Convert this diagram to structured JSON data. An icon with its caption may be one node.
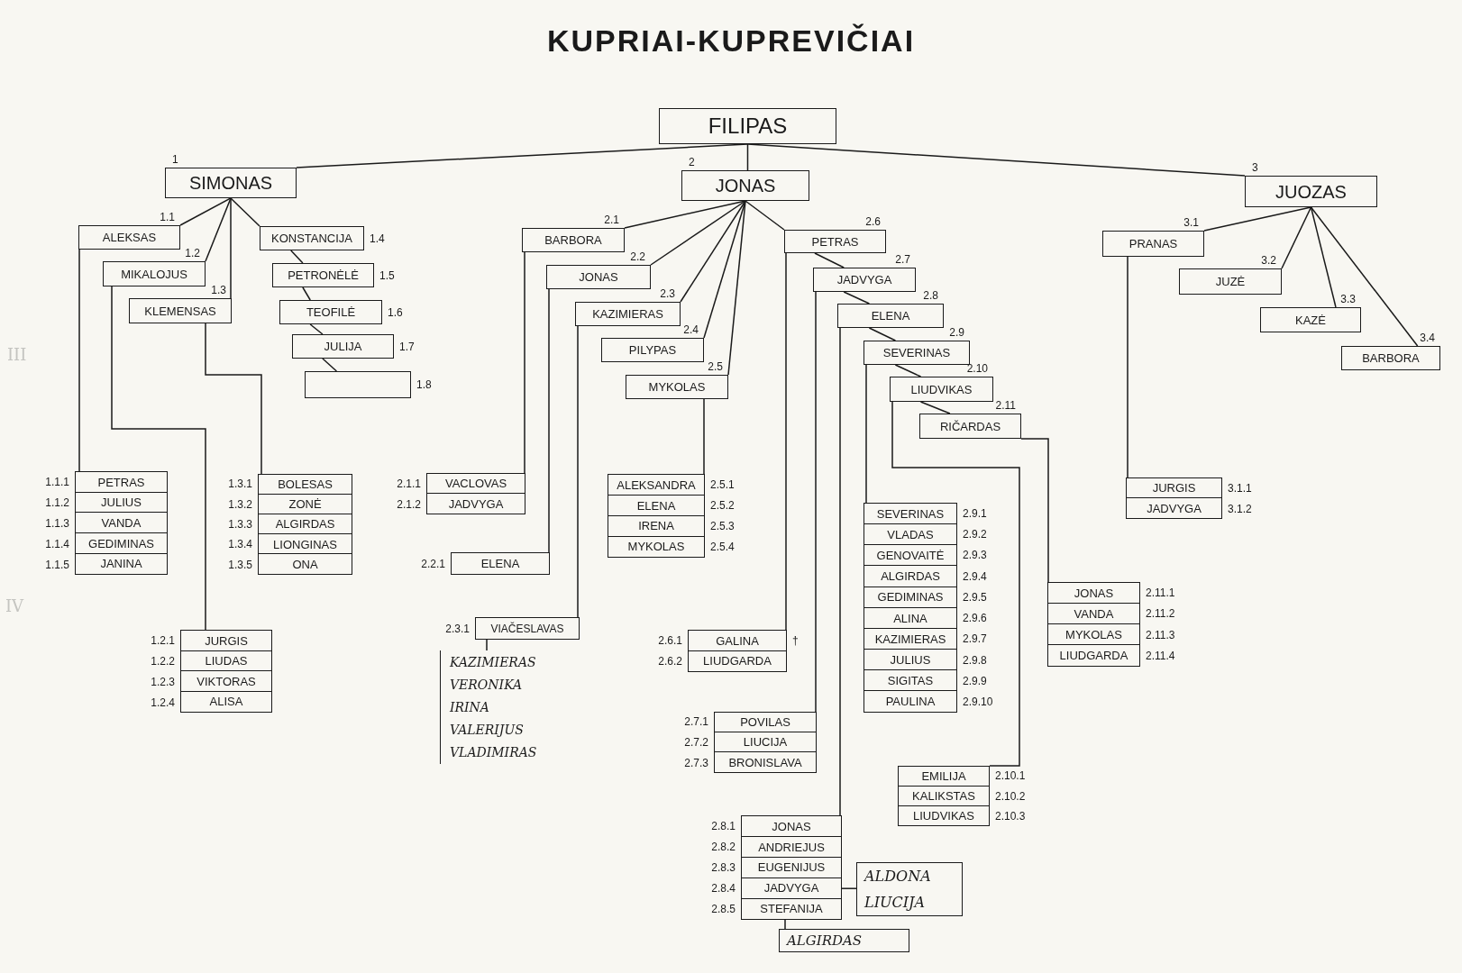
{
  "diagram": {
    "title": "KUPRIAI-KUPREVIČIAI",
    "nodes": [
      {
        "text": [
          "FILIPAS"
        ]
      },
      {
        "text": [
          "SIMONAS"
        ],
        "beside": [
          "1"
        ]
      },
      {
        "text": [
          "JONAS"
        ],
        "beside": [
          "2"
        ]
      },
      {
        "text": [
          "JUOZAS"
        ],
        "beside": [
          "3"
        ]
      },
      {
        "text": [
          "ALEKSAS"
        ],
        "beside": [
          "1.1"
        ]
      },
      {
        "text": [
          "MIKALOJUS"
        ],
        "beside": [
          "1.2"
        ]
      },
      {
        "text": [
          "KLEMENSAS"
        ],
        "beside": [
          "1.3"
        ]
      },
      {
        "text": [
          "KONSTANCIJA"
        ],
        "beside": [
          "1.4"
        ]
      },
      {
        "text": [
          "PETRONĖLĖ"
        ],
        "beside": [
          "1.5"
        ]
      },
      {
        "text": [
          "TEOFILĖ"
        ],
        "beside": [
          "1.6"
        ]
      },
      {
        "text": [
          "JULIJA"
        ],
        "beside": [
          "1.7"
        ]
      },
      {
        "text": [],
        "shape": "box",
        "beside": [
          "1.8"
        ]
      },
      {
        "text": [
          "BARBORA"
        ],
        "beside": [
          "2.1"
        ]
      },
      {
        "text": [
          "JONAS"
        ],
        "beside": [
          "2.2"
        ]
      },
      {
        "text": [
          "KAZIMIERAS"
        ],
        "beside": [
          "2.3"
        ]
      },
      {
        "text": [
          "PILYPAS"
        ],
        "beside": [
          "2.4"
        ]
      },
      {
        "text": [
          "MYKOLAS"
        ],
        "beside": [
          "2.5"
        ]
      },
      {
        "text": [
          "PETRAS"
        ],
        "beside": [
          "2.6"
        ]
      },
      {
        "text": [
          "JADVYGA"
        ],
        "beside": [
          "2.7"
        ]
      },
      {
        "text": [
          "ELENA"
        ],
        "beside": [
          "2.8"
        ]
      },
      {
        "text": [
          "SEVERINAS"
        ],
        "beside": [
          "2.9"
        ]
      },
      {
        "text": [
          "LIUDVIKAS"
        ],
        "beside": [
          "2.10"
        ]
      },
      {
        "text": [
          "RIČARDAS"
        ],
        "beside": [
          "2.11"
        ]
      },
      {
        "text": [
          "PRANAS"
        ],
        "beside": [
          "3.1"
        ]
      },
      {
        "text": [
          "JUZĖ"
        ],
        "beside": [
          "3.2"
        ]
      },
      {
        "text": [
          "KAZĖ"
        ],
        "beside": [
          "3.3"
        ]
      },
      {
        "text": [
          "BARBORA"
        ],
        "beside": [
          "3.4"
        ]
      },
      {
        "text": [],
        "shape": "box"
      },
      {
        "text": [
          "PETRAS"
        ],
        "beside": [
          "1.1.1"
        ],
        "in": 27
      },
      {
        "text": [
          "JULIUS"
        ],
        "beside": [
          "1.1.2"
        ],
        "in": 27
      },
      {
        "text": [
          "VANDA"
        ],
        "beside": [
          "1.1.3"
        ],
        "in": 27
      },
      {
        "text": [
          "GEDIMINAS"
        ],
        "beside": [
          "1.1.4"
        ],
        "in": 27
      },
      {
        "text": [
          "JANINA"
        ],
        "beside": [
          "1.1.5"
        ],
        "in": 27
      },
      {
        "text": [],
        "shape": "box"
      },
      {
        "text": [
          "JURGIS"
        ],
        "beside": [
          "1.2.1"
        ],
        "in": 33
      },
      {
        "text": [
          "LIUDAS"
        ],
        "beside": [
          "1.2.2"
        ],
        "in": 33
      },
      {
        "text": [
          "VIKTORAS"
        ],
        "beside": [
          "1.2.3"
        ],
        "in": 33
      },
      {
        "text": [
          "ALISA"
        ],
        "beside": [
          "1.2.4"
        ],
        "in": 33
      },
      {
        "text": [],
        "shape": "box"
      },
      {
        "text": [
          "BOLESAS"
        ],
        "beside": [
          "1.3.1"
        ],
        "in": 38
      },
      {
        "text": [
          "ZONĖ"
        ],
        "beside": [
          "1.3.2"
        ],
        "in": 38
      },
      {
        "text": [
          "ALGIRDAS"
        ],
        "beside": [
          "1.3.3"
        ],
        "in": 38
      },
      {
        "text": [
          "LIONGINAS"
        ],
        "beside": [
          "1.3.4"
        ],
        "in": 38
      },
      {
        "text": [
          "ONA"
        ],
        "beside": [
          "1.3.5"
        ],
        "in": 38
      },
      {
        "text": [],
        "shape": "box"
      },
      {
        "text": [
          "VACLOVAS"
        ],
        "beside": [
          "2.1.1"
        ],
        "in": 44
      },
      {
        "text": [
          "JADVYGA"
        ],
        "beside": [
          "2.1.2"
        ],
        "in": 44
      },
      {
        "text": [],
        "shape": "box"
      },
      {
        "text": [
          "ELENA"
        ],
        "beside": [
          "2.2.1"
        ],
        "in": 47
      },
      {
        "text": [],
        "shape": "box"
      },
      {
        "text": [
          "VIAČESLAVAS"
        ],
        "beside": [
          "2.3.1"
        ],
        "in": 49
      },
      {
        "text": [
          "KAZIMIERAS",
          "VERONIKA",
          "IRINA",
          "VALERIJUS",
          "VLADIMIRAS"
        ]
      },
      {
        "text": [],
        "shape": "box"
      },
      {
        "text": [
          "ALEKSANDRA"
        ],
        "beside": [
          "2.5.1"
        ],
        "in": 52
      },
      {
        "text": [
          "ELENA"
        ],
        "beside": [
          "2.5.2"
        ],
        "in": 52
      },
      {
        "text": [
          "IRENA"
        ],
        "beside": [
          "2.5.3"
        ],
        "in": 52
      },
      {
        "text": [
          "MYKOLAS"
        ],
        "beside": [
          "2.5.4"
        ],
        "in": 52
      },
      {
        "text": [],
        "shape": "box"
      },
      {
        "text": [
          "GALINA"
        ],
        "beside": [
          "2.6.1",
          "†"
        ],
        "in": 57
      },
      {
        "text": [
          "LIUDGARDA"
        ],
        "beside": [
          "2.6.2"
        ],
        "in": 57
      },
      {
        "text": [],
        "shape": "box"
      },
      {
        "text": [
          "POVILAS"
        ],
        "beside": [
          "2.7.1"
        ],
        "in": 60
      },
      {
        "text": [
          "LIUCIJA"
        ],
        "beside": [
          "2.7.2"
        ],
        "in": 60
      },
      {
        "text": [
          "BRONISLAVA"
        ],
        "beside": [
          "2.7.3"
        ],
        "in": 60
      },
      {
        "text": [],
        "shape": "box"
      },
      {
        "text": [
          "JONAS"
        ],
        "beside": [
          "2.8.1"
        ],
        "in": 64
      },
      {
        "text": [
          "ANDRIEJUS"
        ],
        "beside": [
          "2.8.2"
        ],
        "in": 64
      },
      {
        "text": [
          "EUGENIJUS"
        ],
        "beside": [
          "2.8.3"
        ],
        "in": 64
      },
      {
        "text": [
          "JADVYGA"
        ],
        "beside": [
          "2.8.4"
        ],
        "in": 64
      },
      {
        "text": [
          "STEFANIJA"
        ],
        "beside": [
          "2.8.5"
        ],
        "in": 64
      },
      {
        "text": [
          "ALDONA",
          "LIUCIJA"
        ]
      },
      {
        "text": [
          "ALGIRDAS"
        ]
      },
      {
        "text": [],
        "shape": "box"
      },
      {
        "text": [
          "SEVERINAS"
        ],
        "beside": [
          "2.9.1"
        ],
        "in": 72
      },
      {
        "text": [
          "VLADAS"
        ],
        "beside": [
          "2.9.2"
        ],
        "in": 72
      },
      {
        "text": [
          "GENOVAITĖ"
        ],
        "beside": [
          "2.9.3"
        ],
        "in": 72
      },
      {
        "text": [
          "ALGIRDAS"
        ],
        "beside": [
          "2.9.4"
        ],
        "in": 72
      },
      {
        "text": [
          "GEDIMINAS"
        ],
        "beside": [
          "2.9.5"
        ],
        "in": 72
      },
      {
        "text": [
          "ALINA"
        ],
        "beside": [
          "2.9.6"
        ],
        "in": 72
      },
      {
        "text": [
          "KAZIMIERAS"
        ],
        "beside": [
          "2.9.7"
        ],
        "in": 72
      },
      {
        "text": [
          "JULIUS"
        ],
        "beside": [
          "2.9.8"
        ],
        "in": 72
      },
      {
        "text": [
          "SIGITAS"
        ],
        "beside": [
          "2.9.9"
        ],
        "in": 72
      },
      {
        "text": [
          "PAULINA"
        ],
        "beside": [
          "2.9.10"
        ],
        "in": 72
      },
      {
        "text": [],
        "shape": "box"
      },
      {
        "text": [
          "EMILIJA"
        ],
        "beside": [
          "2.10.1"
        ],
        "in": 83
      },
      {
        "text": [
          "KALIKSTAS"
        ],
        "beside": [
          "2.10.2"
        ],
        "in": 83
      },
      {
        "text": [
          "LIUDVIKAS"
        ],
        "beside": [
          "2.10.3"
        ],
        "in": 83
      },
      {
        "text": [],
        "shape": "box"
      },
      {
        "text": [
          "JONAS"
        ],
        "beside": [
          "2.11.1"
        ],
        "in": 87
      },
      {
        "text": [
          "VANDA"
        ],
        "beside": [
          "2.11.2"
        ],
        "in": 87
      },
      {
        "text": [
          "MYKOLAS"
        ],
        "beside": [
          "2.11.3"
        ],
        "in": 87
      },
      {
        "text": [
          "LIUDGARDA"
        ],
        "beside": [
          "2.11.4"
        ],
        "in": 87
      },
      {
        "text": [],
        "shape": "box"
      },
      {
        "text": [
          "JURGIS"
        ],
        "beside": [
          "3.1.1"
        ],
        "in": 92
      },
      {
        "text": [
          "JADVYGA"
        ],
        "beside": [
          "3.1.2"
        ],
        "in": 92
      }
    ],
    "edges": [
      {
        "from": 0,
        "to": 1,
        "arrow": "none"
      },
      {
        "from": 0,
        "to": 2,
        "arrow": "none"
      },
      {
        "from": 0,
        "to": 3,
        "arrow": "none"
      },
      {
        "from": 1,
        "to": 4,
        "arrow": "none"
      },
      {
        "from": 1,
        "to": 5,
        "arrow": "none"
      },
      {
        "from": 1,
        "to": 6,
        "arrow": "none"
      },
      {
        "from": 1,
        "to": 7,
        "arrow": "none"
      },
      {
        "from": 7,
        "to": 8,
        "arrow": "none"
      },
      {
        "from": 8,
        "to": 9,
        "arrow": "none"
      },
      {
        "from": 9,
        "to": 10,
        "arrow": "none"
      },
      {
        "from": 10,
        "to": 11,
        "arrow": "none"
      },
      {
        "from": 2,
        "to": 12,
        "arrow": "none"
      },
      {
        "from": 2,
        "to": 13,
        "arrow": "none"
      },
      {
        "from": 2,
        "to": 14,
        "arrow": "none"
      },
      {
        "from": 2,
        "to": 15,
        "arrow": "none"
      },
      {
        "from": 2,
        "to": 16,
        "arrow": "none"
      },
      {
        "from": 2,
        "to": 17,
        "arrow": "none"
      },
      {
        "from": 17,
        "to": 18,
        "arrow": "none"
      },
      {
        "from": 18,
        "to": 19,
        "arrow": "none"
      },
      {
        "from": 19,
        "to": 20,
        "arrow": "none"
      },
      {
        "from": 20,
        "to": 21,
        "arrow": "none"
      },
      {
        "from": 21,
        "to": 22,
        "arrow": "none"
      },
      {
        "from": 3,
        "to": 23,
        "arrow": "none"
      },
      {
        "from": 3,
        "to": 24,
        "arrow": "none"
      },
      {
        "from": 3,
        "to": 25,
        "arrow": "none"
      },
      {
        "from": 3,
        "to": 26,
        "arrow": "none"
      },
      {
        "from": 4,
        "to": 27,
        "arrow": "none"
      },
      {
        "from": 5,
        "to": 33,
        "arrow": "none"
      },
      {
        "from": 6,
        "to": 38,
        "arrow": "none"
      },
      {
        "from": 12,
        "to": 44,
        "arrow": "none"
      },
      {
        "from": 13,
        "to": 47,
        "arrow": "none"
      },
      {
        "from": 14,
        "to": 49,
        "arrow": "none"
      },
      {
        "from": 50,
        "to": 51,
        "arrow": "none"
      },
      {
        "from": 16,
        "to": 52,
        "arrow": "none"
      },
      {
        "from": 17,
        "to": 57,
        "arrow": "none"
      },
      {
        "from": 18,
        "to": 60,
        "arrow": "none"
      },
      {
        "from": 19,
        "to": 64,
        "arrow": "none"
      },
      {
        "from": 68,
        "to": 70,
        "arrow": "none"
      },
      {
        "from": 69,
        "to": 71,
        "arrow": "none"
      },
      {
        "from": 20,
        "to": 72,
        "arrow": "none"
      },
      {
        "from": 21,
        "to": 83,
        "arrow": "none"
      },
      {
        "from": 22,
        "to": 87,
        "arrow": "none"
      },
      {
        "from": 23,
        "to": 92,
        "arrow": "none"
      }
    ],
    "labels": [
      "III",
      "IV"
    ]
  }
}
